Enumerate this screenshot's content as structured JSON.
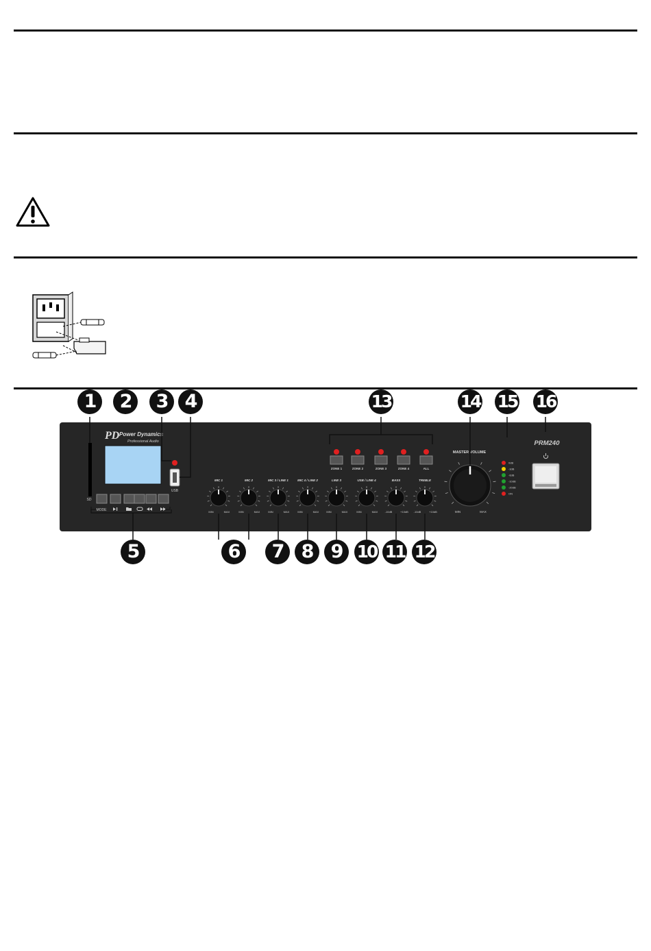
{
  "brand": {
    "logo_mark": "PD",
    "name": "Power Dynamics",
    "tagline": "Professional Audio"
  },
  "model": "PRM240",
  "display": {
    "sd_label": "SD",
    "usb_label": "USB"
  },
  "transport": {
    "mode_label": "MODE",
    "icons": [
      "play-pause-icon",
      "folder-icon",
      "repeat-icon",
      "previous-track-icon",
      "next-track-icon"
    ]
  },
  "knobs": [
    {
      "label": "MIC 1",
      "min": "MIN",
      "max": "MAX"
    },
    {
      "label": "MIC 2",
      "min": "MIN",
      "max": "MAX"
    },
    {
      "label": "MIC 3 / LINE 1",
      "min": "MIN",
      "max": "MAX"
    },
    {
      "label": "MIC 4 / LINE 2",
      "min": "MIN",
      "max": "MAX"
    },
    {
      "label": "LINE 3",
      "min": "MIN",
      "max": "MAX"
    },
    {
      "label": "USB / LINE 4",
      "min": "MIN",
      "max": "MAX"
    },
    {
      "label": "BASS",
      "min": "-10dB",
      "max": "+10dB"
    },
    {
      "label": "TREBLE",
      "min": "-10dB",
      "max": "+10dB"
    }
  ],
  "zones": [
    "ZONE 1",
    "ZONE 2",
    "ZONE 3",
    "ZONE 4",
    "ALL"
  ],
  "master": {
    "label": "MASTER VOLUME",
    "min": "MIN",
    "max": "MAX"
  },
  "meter": [
    {
      "label": "0dB",
      "color": "#e02020"
    },
    {
      "label": "-3dB",
      "color": "#f0d000"
    },
    {
      "label": "-6dB",
      "color": "#20a030"
    },
    {
      "label": "-10dB",
      "color": "#20a030"
    },
    {
      "label": "-20dB",
      "color": "#20a030"
    },
    {
      "label": "ON",
      "color": "#e02020"
    }
  ],
  "power_icon": "power-icon",
  "callouts": [
    "1",
    "2",
    "3",
    "4",
    "5",
    "6",
    "7",
    "8",
    "9",
    "10",
    "11",
    "12",
    "13",
    "14",
    "15",
    "16"
  ],
  "colors": {
    "panel": "#262626",
    "led_red": "#e02020",
    "lcd": "#a8d4f4"
  }
}
